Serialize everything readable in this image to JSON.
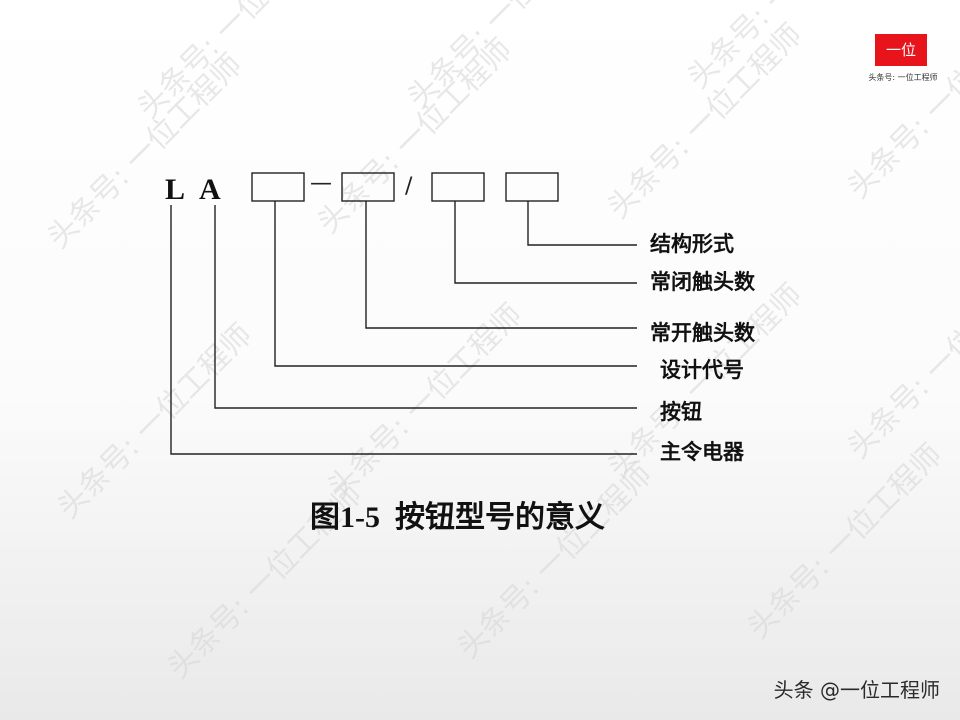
{
  "model_code": {
    "letters": [
      "L",
      "A"
    ],
    "separators": [
      "—",
      "/"
    ]
  },
  "labels": {
    "structure": "结构形式",
    "nc_contacts": "常闭触头数",
    "no_contacts": "常开触头数",
    "design_code": "设计代号",
    "button": "按钮",
    "master_switch": "主令电器"
  },
  "caption": "图1-5  按钮型号的意义",
  "logo": {
    "badge": "一位",
    "tagline": "头条号: 一位工程师"
  },
  "credit": "头条 @一位工程师",
  "watermark": "头条号: 一位工程师",
  "colors": {
    "logo_red": "#e8141c",
    "ink": "#111111"
  }
}
